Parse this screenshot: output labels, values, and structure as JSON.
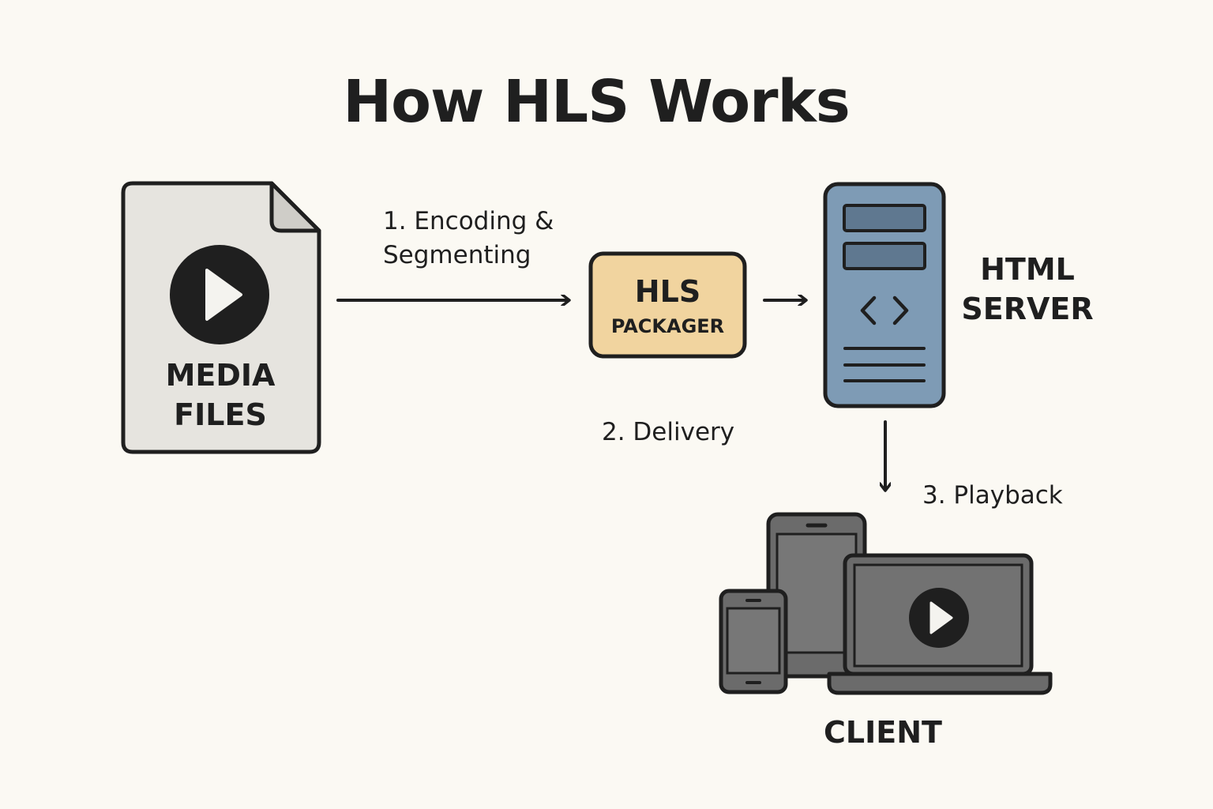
{
  "title": "How HLS Works",
  "colors": {
    "background": "#fbf9f3",
    "stroke": "#1f1f1f",
    "file_fill": "#e6e4df",
    "file_fold": "#cfcdc8",
    "packager_fill": "#f1d49f",
    "server_fill": "#7e9bb5",
    "device_fill": "#6b6b6b",
    "device_screen": "#727272"
  },
  "nodes": {
    "media_files": {
      "line1": "MEDIA",
      "line2": "FILES",
      "icon": "play-icon"
    },
    "packager": {
      "line1": "HLS",
      "line2": "PACKAGER"
    },
    "server": {
      "line1": "HTML",
      "line2": "SERVER",
      "icon": "code-icon"
    },
    "client": {
      "label": "CLIENT",
      "icons": [
        "phone-icon",
        "tablet-icon",
        "laptop-icon",
        "play-icon"
      ]
    }
  },
  "steps": {
    "encoding": {
      "line1": "1. Encoding &",
      "line2": "Segmenting"
    },
    "delivery": {
      "label": "2. Delivery"
    },
    "playback": {
      "label": "3. Playback"
    }
  }
}
